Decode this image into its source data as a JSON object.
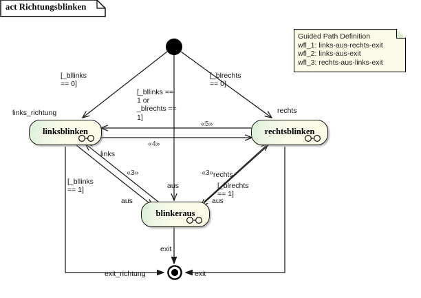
{
  "diagram": {
    "title": "act Richtungsblinken",
    "type": "UML activity diagram"
  },
  "note": {
    "heading": "Guided Path Definition",
    "lines": [
      "wfl_1: links-aus-rechts-exit",
      "wfl_2: links-aus-exit",
      "wfl_3: rechts-aus-links-exit"
    ]
  },
  "nodes": {
    "initial": "initial-node",
    "final": "final-node",
    "states": [
      {
        "id": "linksblinken",
        "label": "linksblinken"
      },
      {
        "id": "rechtsblinken",
        "label": "rechtsblinken"
      },
      {
        "id": "blinkeraus",
        "label": "blinkeraus"
      }
    ]
  },
  "labels": {
    "links_richtung": "links_richtung",
    "rechts": "rechts",
    "guard_bllinks_0": "[_bllinks\n== 0]",
    "guard_blrechts_0": "[_blrechts\n== 0]",
    "guard_center": "[_bllinks ==\n1 or\n_blrechts ==\n1]",
    "guard_bllinks_1": "[_bllinks\n== 1]",
    "guard_blrechts_1": "[_blrechts\n== 1]",
    "links": "links",
    "rechts_lower": "rechts",
    "aus_left": "aus",
    "aus_center": "aus",
    "aus_right": "aus",
    "exit_top": "exit",
    "exit_right": "exit",
    "exit_richtung": "exit_richtung",
    "stereo_5": "«5»",
    "stereo_4": "«4»",
    "stereo_3_left": "«3»",
    "stereo_3_right": "«3»"
  },
  "colors": {
    "state_fill_green": "#d9efd6",
    "state_fill_cream": "#fbfbe8",
    "note_fill": "#fbfbe8",
    "note_fold": "#d7ecd0",
    "line": "#1a1a1a",
    "background": "#ffffff"
  }
}
